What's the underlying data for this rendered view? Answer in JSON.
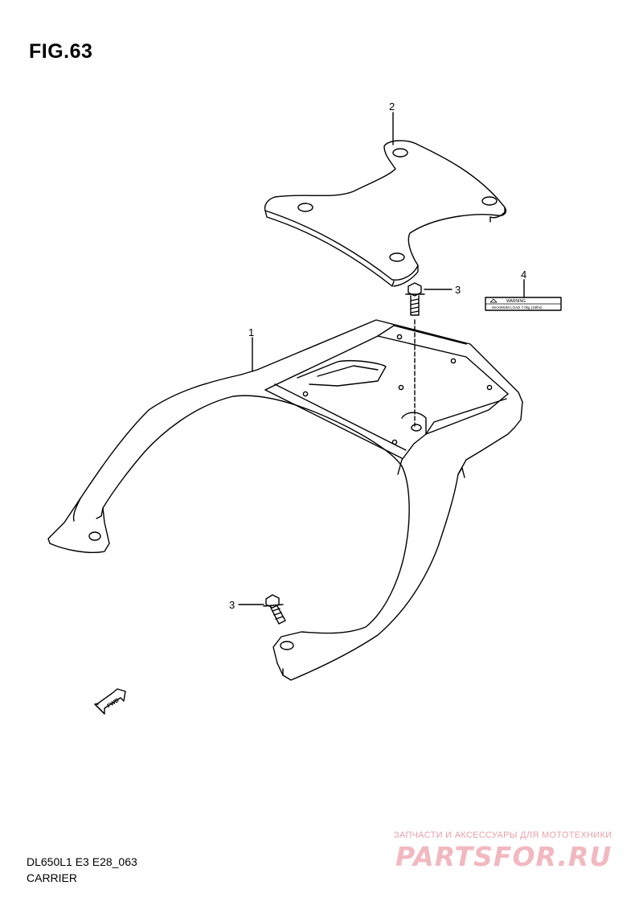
{
  "figure": {
    "title": "FIG.63"
  },
  "callouts": {
    "part_1": "1",
    "part_2": "2",
    "part_3_top": "3",
    "part_3_bottom": "3",
    "part_4": "4"
  },
  "label_sticker": {
    "heading": "WARNING",
    "line": "MAXIMUM LOAD 7.0kg (15lbs)"
  },
  "direction_arrow": {
    "text": "FWD"
  },
  "footer": {
    "model_code": "DL650L1 E3 E28_063",
    "section_name": "CARRIER"
  },
  "watermark": {
    "tagline": "ЗАПЧАСТИ И АКСЕССУАРЫ ДЛЯ МОТОТЕХНИКИ",
    "logo": "PARTSFOR.RU"
  }
}
